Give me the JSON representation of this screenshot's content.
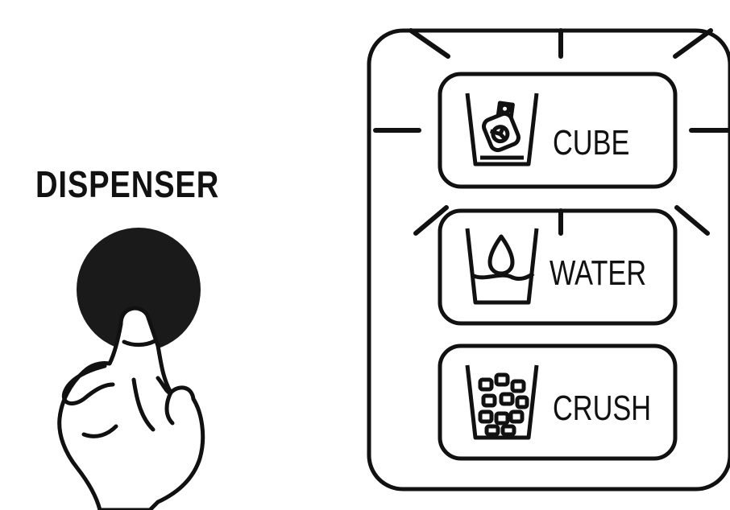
{
  "dispenser": {
    "title": "DISPENSER"
  },
  "panel": {
    "modes": [
      {
        "label": "CUBE",
        "icon": "ice-cube-cup-icon",
        "selected": true
      },
      {
        "label": "WATER",
        "icon": "water-drop-cup-icon",
        "selected": false
      },
      {
        "label": "CRUSH",
        "icon": "crushed-ice-cup-icon",
        "selected": false
      }
    ]
  }
}
